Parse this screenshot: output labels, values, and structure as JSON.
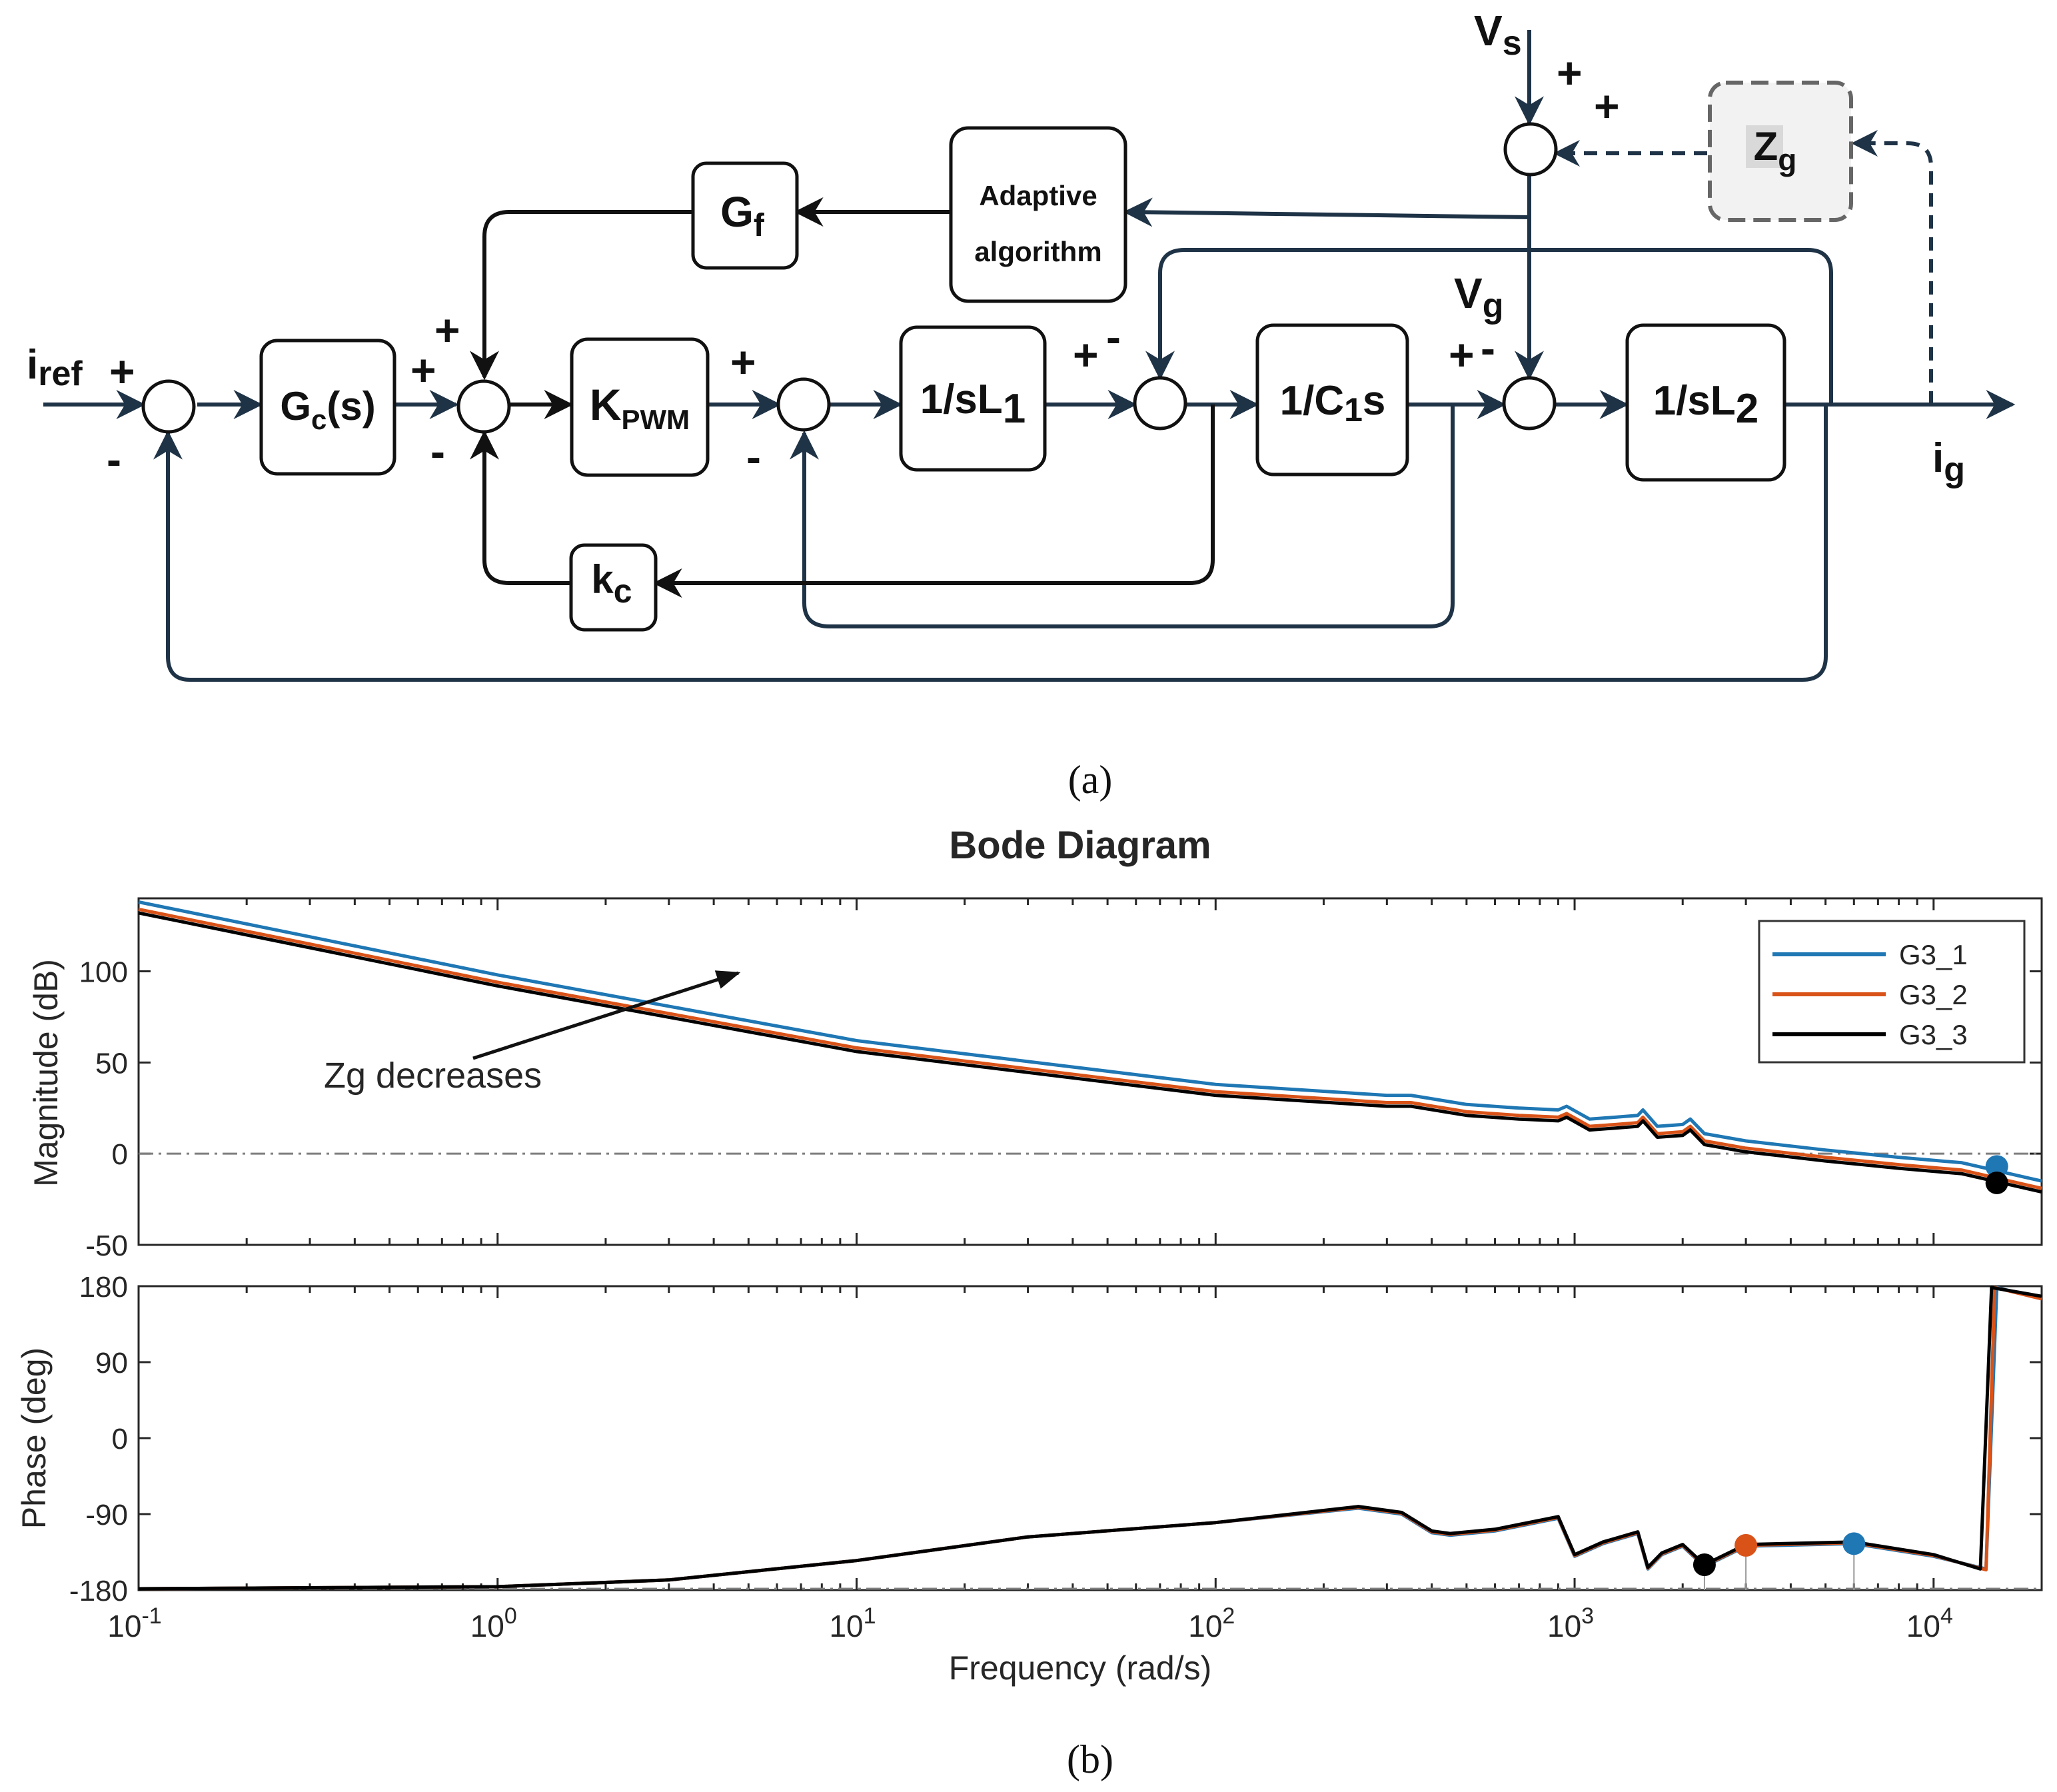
{
  "diagram": {
    "blocks": {
      "gc": {
        "main": "G",
        "sub": "c",
        "tail": "(s)"
      },
      "kpwm": {
        "main": "K",
        "sub": "PWM"
      },
      "sl1": {
        "main": "1/sL",
        "sub": "1"
      },
      "c1s": {
        "main": "1/C",
        "sub": "1",
        "tail": "s"
      },
      "sl2": {
        "main": "1/sL",
        "sub": "2"
      },
      "gf": {
        "main": "G",
        "sub": "f"
      },
      "kc": {
        "main": "k",
        "sub": "c"
      },
      "zg": {
        "main": "Z",
        "sub": "g"
      },
      "adaptive": {
        "line1": "Adaptive",
        "line2": "algorithm"
      }
    },
    "signals": {
      "iref": {
        "main": "i",
        "sub": "ref"
      },
      "ig": {
        "main": "i",
        "sub": "g"
      },
      "vs": {
        "main": "V",
        "sub": "s"
      },
      "vg": {
        "main": "V",
        "sub": "g"
      }
    },
    "signs": {
      "plus": "+",
      "minus": "-"
    },
    "caption": "(a)"
  },
  "bode": {
    "caption": "(b)",
    "chart_data": {
      "type": "line",
      "title": "Bode Diagram",
      "xlabel": "Frequency  (rad/s)",
      "x_scale": "log",
      "xlim": [
        0.1,
        20000
      ],
      "x_ticks": [
        {
          "base": "10",
          "exp": "-1"
        },
        {
          "base": "10",
          "exp": "0"
        },
        {
          "base": "10",
          "exp": "1"
        },
        {
          "base": "10",
          "exp": "2"
        },
        {
          "base": "10",
          "exp": "3"
        },
        {
          "base": "10",
          "exp": "4"
        }
      ],
      "grid": false,
      "legend": {
        "position": "top-right",
        "entries": [
          "G3_1",
          "G3_2",
          "G3_3"
        ]
      },
      "annotation": "Zg decreases",
      "series_colors": {
        "G3_1": "#1f77b4",
        "G3_2": "#d95319",
        "G3_3": "#000000"
      },
      "magnitude": {
        "ylabel": "Magnitude (dB)",
        "ylim": [
          -50,
          140
        ],
        "yticks": [
          "100",
          "50",
          "0",
          "-50"
        ],
        "series": [
          {
            "name": "G3_1",
            "points": [
              [
                0.1,
                138
              ],
              [
                1,
                98
              ],
              [
                10,
                62
              ],
              [
                100,
                38
              ],
              [
                300,
                32
              ],
              [
                350,
                32
              ],
              [
                500,
                27
              ],
              [
                700,
                25
              ],
              [
                900,
                24
              ],
              [
                950,
                26
              ],
              [
                1100,
                19
              ],
              [
                1300,
                20
              ],
              [
                1500,
                21
              ],
              [
                1550,
                24
              ],
              [
                1700,
                15
              ],
              [
                2000,
                16
              ],
              [
                2100,
                19
              ],
              [
                2300,
                11
              ],
              [
                3000,
                7
              ],
              [
                5000,
                2
              ],
              [
                8000,
                -2
              ],
              [
                12000,
                -5
              ],
              [
                20000,
                -15
              ]
            ]
          },
          {
            "name": "G3_2",
            "points": [
              [
                0.1,
                134
              ],
              [
                1,
                94
              ],
              [
                10,
                58
              ],
              [
                100,
                34
              ],
              [
                300,
                28
              ],
              [
                350,
                28
              ],
              [
                500,
                23
              ],
              [
                700,
                21
              ],
              [
                900,
                20
              ],
              [
                950,
                22
              ],
              [
                1100,
                15
              ],
              [
                1300,
                16
              ],
              [
                1500,
                17
              ],
              [
                1550,
                20
              ],
              [
                1700,
                11
              ],
              [
                2000,
                12
              ],
              [
                2100,
                15
              ],
              [
                2300,
                7
              ],
              [
                3000,
                3
              ],
              [
                5000,
                -2
              ],
              [
                8000,
                -6
              ],
              [
                12000,
                -9
              ],
              [
                20000,
                -19
              ]
            ]
          },
          {
            "name": "G3_3",
            "points": [
              [
                0.1,
                132
              ],
              [
                1,
                92
              ],
              [
                10,
                56
              ],
              [
                100,
                32
              ],
              [
                300,
                26
              ],
              [
                350,
                26
              ],
              [
                500,
                21
              ],
              [
                700,
                19
              ],
              [
                900,
                18
              ],
              [
                950,
                20
              ],
              [
                1100,
                13
              ],
              [
                1300,
                14
              ],
              [
                1500,
                15
              ],
              [
                1550,
                18
              ],
              [
                1700,
                9
              ],
              [
                2000,
                10
              ],
              [
                2100,
                13
              ],
              [
                2300,
                5
              ],
              [
                3000,
                1
              ],
              [
                5000,
                -4
              ],
              [
                8000,
                -8
              ],
              [
                12000,
                -11
              ],
              [
                20000,
                -21
              ]
            ]
          }
        ],
        "markers": [
          {
            "series": "G3_1",
            "x": 15000,
            "y": -7
          },
          {
            "series": "G3_3",
            "x": 15000,
            "y": -16
          }
        ]
      },
      "phase": {
        "ylabel": "Phase (deg)",
        "ylim": [
          -180,
          180
        ],
        "yticks": [
          "180",
          "90",
          "0",
          "-90",
          "-180"
        ],
        "series": [
          {
            "name": "G3_1",
            "points": [
              [
                0.1,
                -180
              ],
              [
                1,
                -176
              ],
              [
                3,
                -168
              ],
              [
                10,
                -145
              ],
              [
                30,
                -117
              ],
              [
                100,
                -100
              ],
              [
                250,
                -83
              ],
              [
                330,
                -90
              ],
              [
                400,
                -112
              ],
              [
                450,
                -115
              ],
              [
                600,
                -110
              ],
              [
                900,
                -95
              ],
              [
                1000,
                -140
              ],
              [
                1200,
                -125
              ],
              [
                1500,
                -113
              ],
              [
                1600,
                -155
              ],
              [
                1750,
                -138
              ],
              [
                2000,
                -128
              ],
              [
                2300,
                -152
              ],
              [
                3000,
                -128
              ],
              [
                6000,
                -125
              ],
              [
                10000,
                -140
              ],
              [
                14000,
                -155
              ],
              [
                15000,
                180
              ],
              [
                20000,
                165
              ]
            ]
          },
          {
            "name": "G3_2",
            "points": [
              [
                0.1,
                -180
              ],
              [
                1,
                -176
              ],
              [
                3,
                -168
              ],
              [
                10,
                -145
              ],
              [
                30,
                -117
              ],
              [
                100,
                -100
              ],
              [
                250,
                -82
              ],
              [
                330,
                -89
              ],
              [
                400,
                -111
              ],
              [
                450,
                -114
              ],
              [
                600,
                -109
              ],
              [
                900,
                -94
              ],
              [
                1000,
                -139
              ],
              [
                1200,
                -124
              ],
              [
                1500,
                -112
              ],
              [
                1600,
                -154
              ],
              [
                1750,
                -137
              ],
              [
                2000,
                -127
              ],
              [
                2300,
                -151
              ],
              [
                3000,
                -127
              ],
              [
                6000,
                -124
              ],
              [
                10000,
                -139
              ],
              [
                14000,
                -156
              ],
              [
                14800,
                180
              ],
              [
                20000,
                165
              ]
            ]
          },
          {
            "name": "G3_3",
            "points": [
              [
                0.1,
                -180
              ],
              [
                1,
                -176
              ],
              [
                3,
                -168
              ],
              [
                10,
                -145
              ],
              [
                30,
                -117
              ],
              [
                100,
                -100
              ],
              [
                250,
                -81
              ],
              [
                330,
                -88
              ],
              [
                400,
                -110
              ],
              [
                450,
                -113
              ],
              [
                600,
                -108
              ],
              [
                900,
                -93
              ],
              [
                1000,
                -138
              ],
              [
                1200,
                -123
              ],
              [
                1500,
                -111
              ],
              [
                1600,
                -153
              ],
              [
                1750,
                -136
              ],
              [
                2000,
                -126
              ],
              [
                2300,
                -150
              ],
              [
                3000,
                -126
              ],
              [
                6000,
                -123
              ],
              [
                10000,
                -138
              ],
              [
                13500,
                -155
              ],
              [
                14500,
                180
              ],
              [
                20000,
                168
              ]
            ]
          }
        ],
        "markers": [
          {
            "series": "G3_3",
            "x": 2300,
            "y": -150
          },
          {
            "series": "G3_2",
            "x": 3000,
            "y": -127
          },
          {
            "series": "G3_1",
            "x": 6000,
            "y": -125
          }
        ]
      }
    }
  }
}
